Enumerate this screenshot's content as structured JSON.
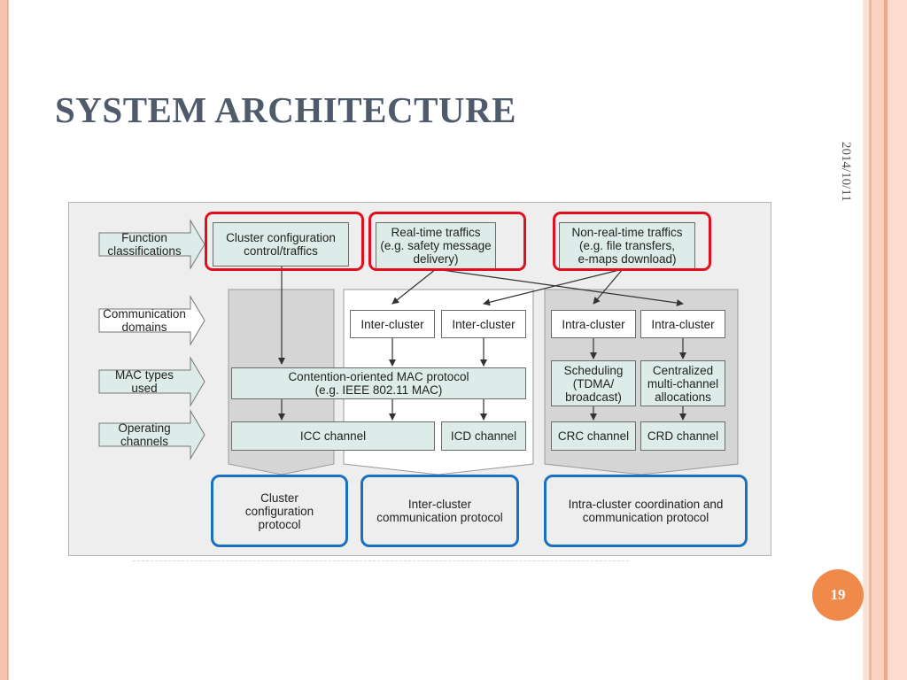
{
  "slide": {
    "title": "SYSTEM ARCHITECTURE",
    "date": "2014/10/11",
    "page_number": "19"
  },
  "colors": {
    "title": "#4f5a6a",
    "accent_orange": "#f08a4b",
    "highlight_red": "#e0101e",
    "highlight_blue": "#1a70c0",
    "box_fill": "#ddece8"
  },
  "diagram": {
    "layer_labels": {
      "function": "Function\nclassifications",
      "domains": "Communication\ndomains",
      "mac": "MAC types\nused",
      "channels": "Operating\nchannels"
    },
    "traffic": {
      "cluster_config": "Cluster configuration\ncontrol/traffics",
      "realtime": "Real-time traffics\n(e.g. safety message\ndelivery)",
      "nonrealtime": "Non-real-time traffics\n(e.g. file transfers,\ne-maps download)"
    },
    "domains": {
      "inter1": "Inter-cluster",
      "inter2": "Inter-cluster",
      "intra1": "Intra-cluster",
      "intra2": "Intra-cluster"
    },
    "mac": {
      "contention": "Contention-oriented MAC protocol\n(e.g. IEEE 802.11 MAC)",
      "scheduling": "Scheduling\n(TDMA/\nbroadcast)",
      "centralized": "Centralized\nmulti-channel\nallocations"
    },
    "channels": {
      "icc": "ICC channel",
      "icd": "ICD channel",
      "crc": "CRC channel",
      "crd": "CRD channel"
    },
    "protocols": {
      "cluster": "Cluster\nconfiguration\nprotocol",
      "inter": "Inter-cluster\ncommunication protocol",
      "intra": "Intra-cluster coordination and\ncommunication protocol"
    }
  }
}
